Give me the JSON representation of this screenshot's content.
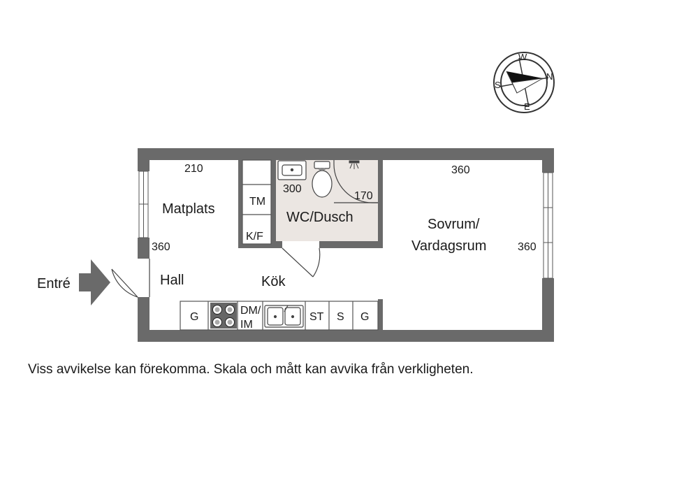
{
  "rooms": {
    "matplats": "Matplats",
    "hall": "Hall",
    "kok": "Kök",
    "wc": "WC/Dusch",
    "sovrum_line1": "Sovrum/",
    "sovrum_line2": "Vardagsrum"
  },
  "dimensions": {
    "matplats_width": "210",
    "matplats_depth": "360",
    "wc_width": "300",
    "wc_shower": "170",
    "sovrum_width": "360",
    "sovrum_depth": "360"
  },
  "appliances": {
    "tm": "TM",
    "kf": "K/F",
    "g_left": "G",
    "dm_line1": "DM/",
    "dm_line2": "IM",
    "st": "ST",
    "s": "S",
    "g_right": "G"
  },
  "entrance": "Entré",
  "compass": {
    "n": "N",
    "s": "S",
    "e": "E",
    "w": "W"
  },
  "disclaimer": "Viss avvikelse kan förekomma. Skala och mått kan avvika från verkligheten."
}
